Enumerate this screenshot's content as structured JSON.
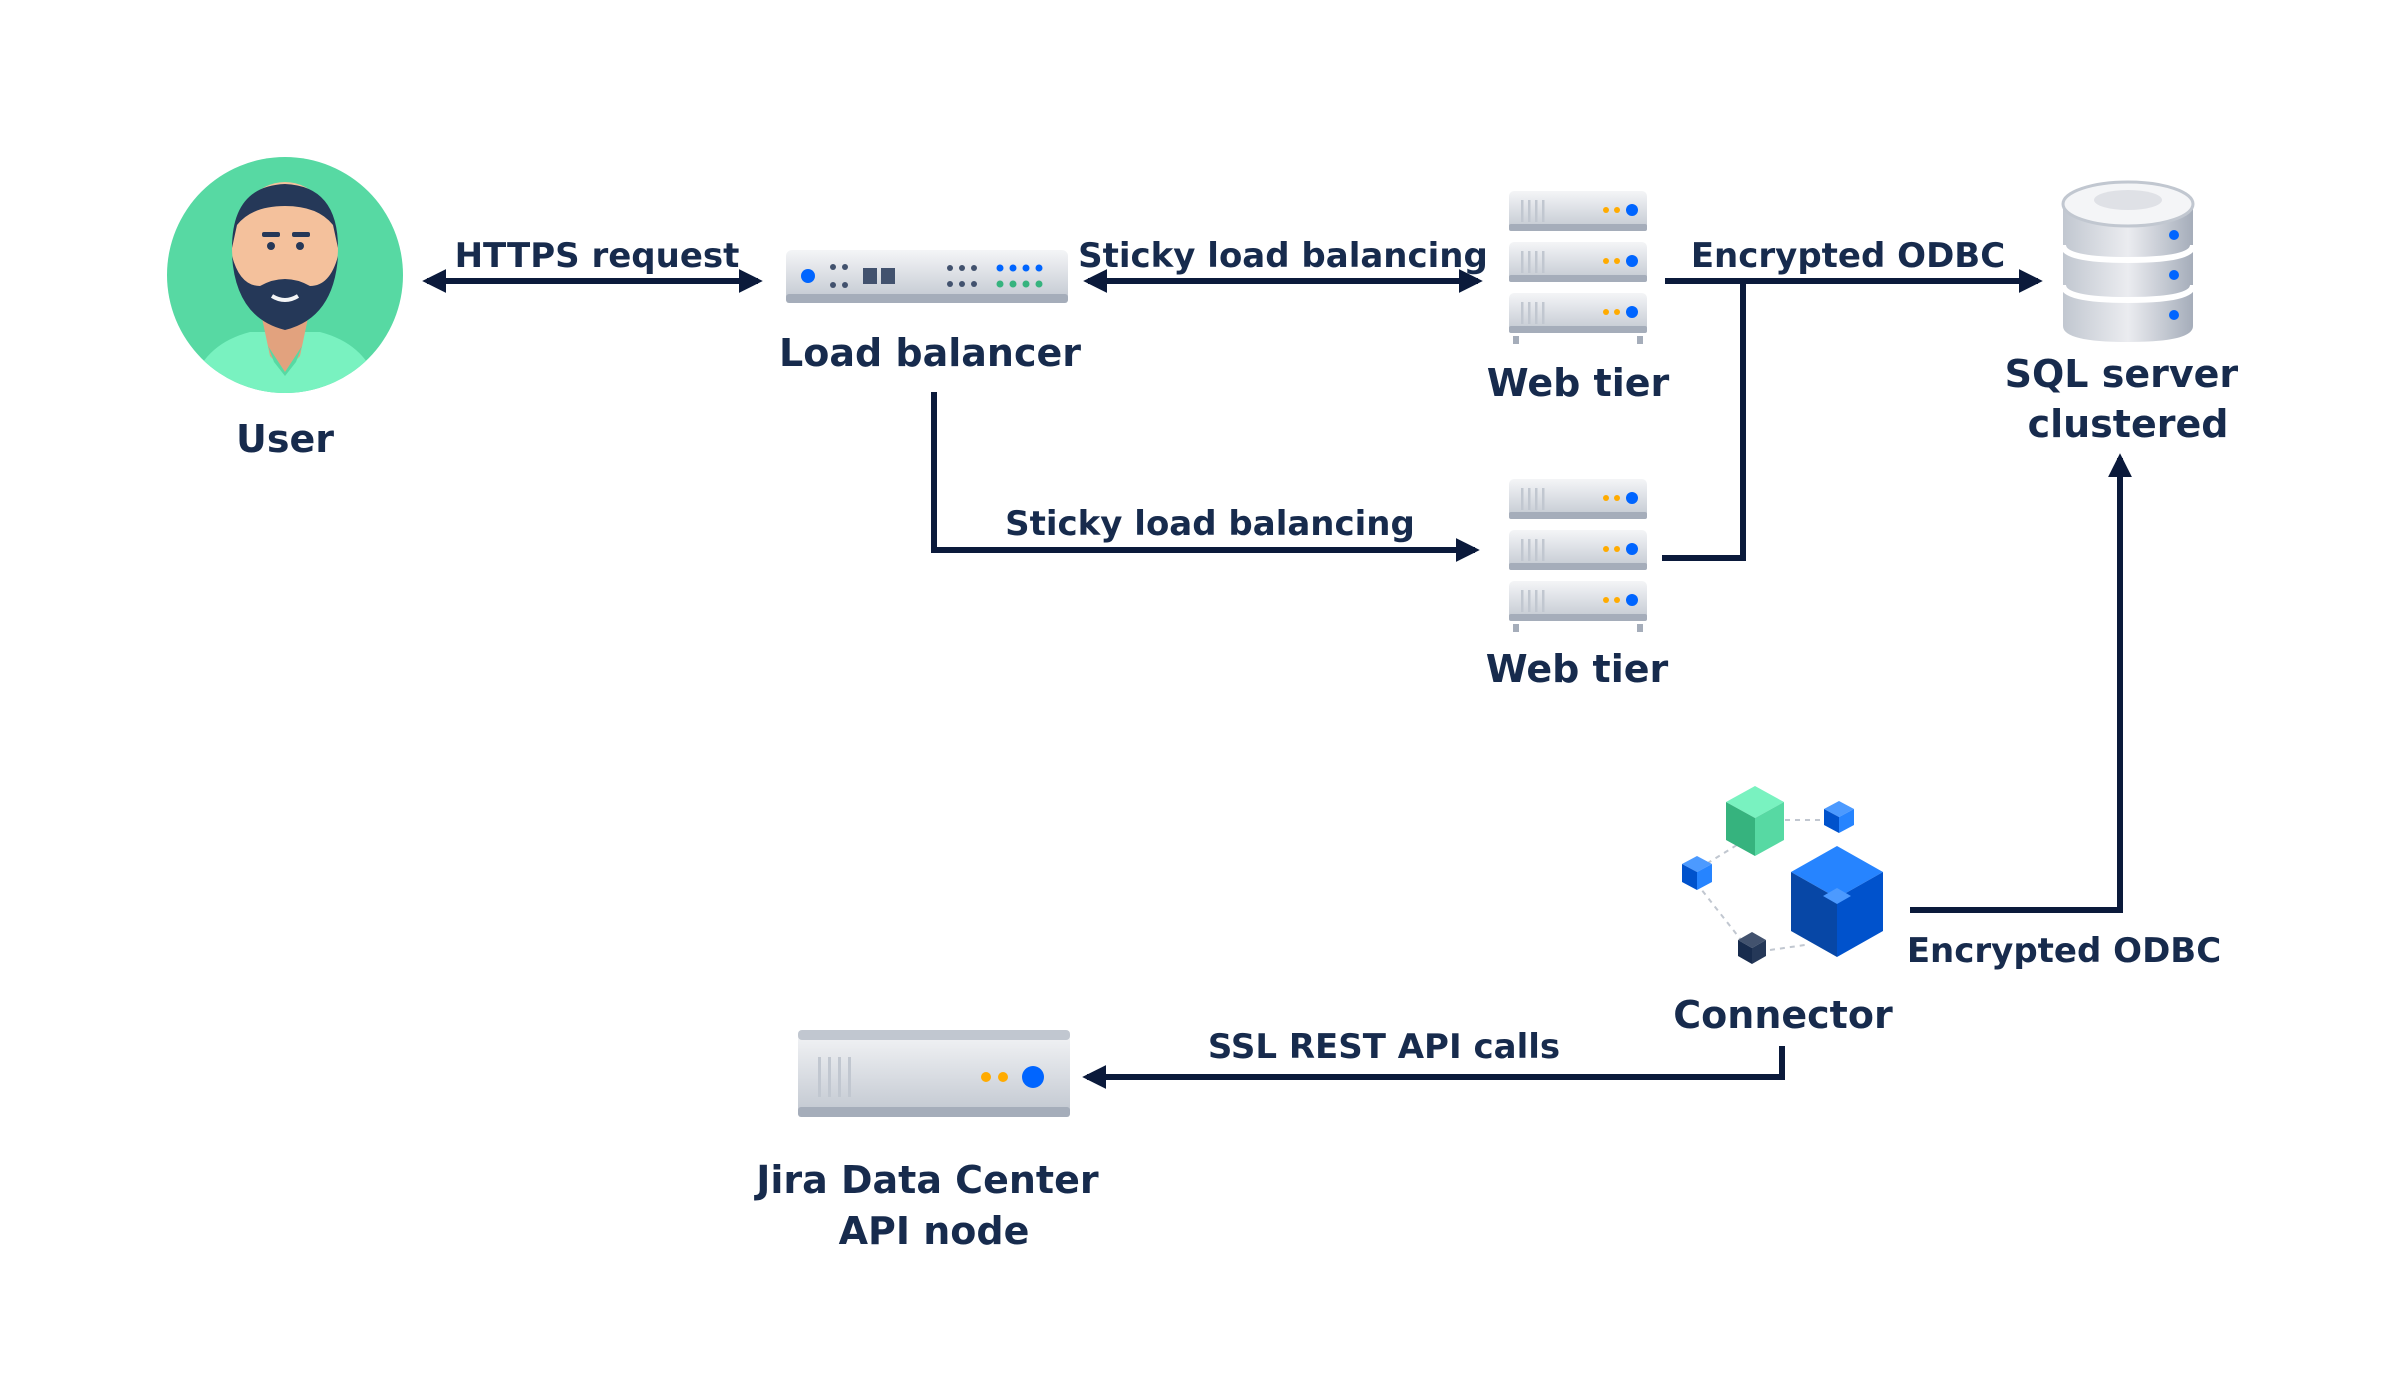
{
  "nodes": {
    "user": "User",
    "load_balancer": "Load balancer",
    "web_tier_1": "Web tier",
    "web_tier_2": "Web tier",
    "sql_server": [
      "SQL server",
      "clustered"
    ],
    "connector": "Connector",
    "jira_api_node": [
      "Jira Data Center",
      "API node"
    ]
  },
  "edges": {
    "https_request": "HTTPS request",
    "sticky_1": "Sticky load balancing",
    "sticky_2": "Sticky load balancing",
    "encrypted_odbc_web": "Encrypted ODBC",
    "encrypted_odbc_connector": "Encrypted ODBC",
    "ssl_rest": "SSL REST API calls"
  },
  "colors": {
    "line": "#0B1A3B",
    "text": "#172B4D",
    "avatar_bg": "#57D9A3",
    "server_body": "#DFE1E6",
    "accent_blue": "#0065FF",
    "accent_orange": "#FFAB00",
    "accent_green": "#36B37E"
  }
}
